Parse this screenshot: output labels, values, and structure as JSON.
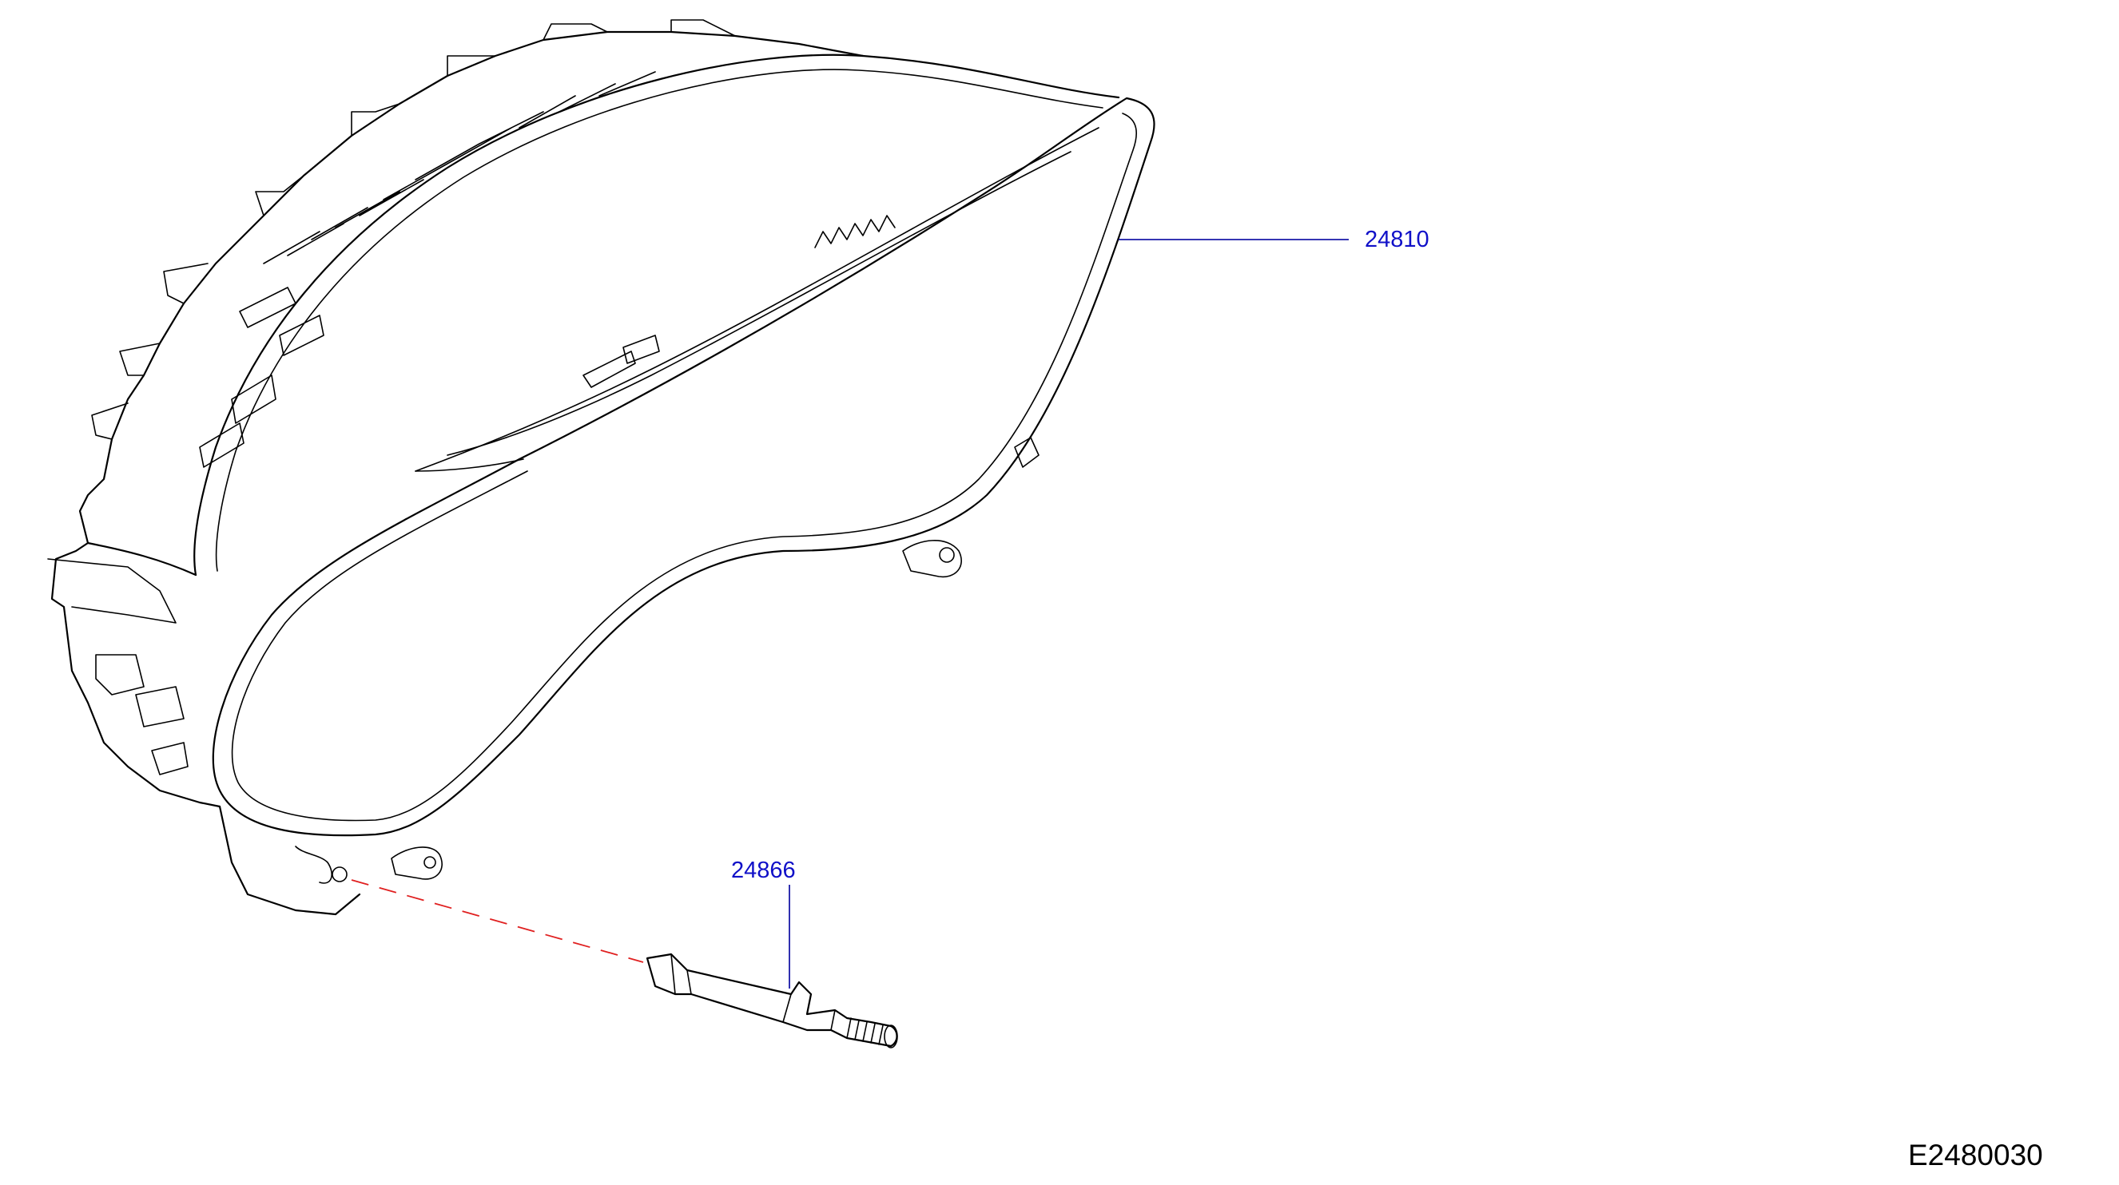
{
  "diagram": {
    "callouts": {
      "cluster": "24810",
      "cable": "24866"
    },
    "figure_code": "E2480030",
    "colors": {
      "callout_text": "#1010c8",
      "leader_line": "#1a1aa8",
      "dashed_guide": "#e02020",
      "linework": "#000000"
    }
  }
}
